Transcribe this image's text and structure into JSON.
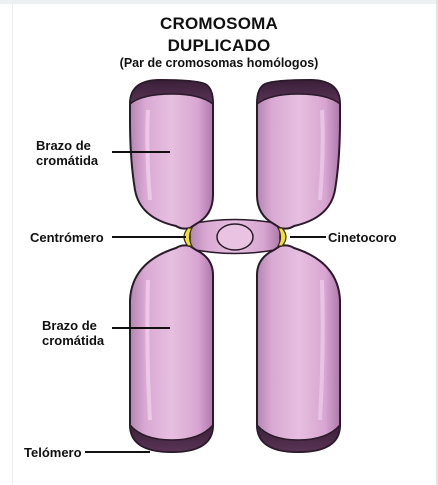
{
  "title_line_1": "CROMOSOMA",
  "title_line_2": "DUPLICADO",
  "subtitle": "(Par de cromosomas homólogos)",
  "labels": {
    "arm_top_line_1": "Brazo de",
    "arm_top_line_2": "cromátida",
    "centromere": "Centrómero",
    "kinetochore": "Cinetocoro",
    "arm_bottom_line_1": "Brazo de",
    "arm_bottom_line_2": "cromátida",
    "telomere": "Telómero"
  },
  "colors": {
    "chromatid_fill": "#dcaad4",
    "chromatid_shade": "#b97fb6",
    "chromatid_outline": "#2a1a2a",
    "telomere_cap": "#4a2a48",
    "kinetochore": "#f0e040"
  }
}
